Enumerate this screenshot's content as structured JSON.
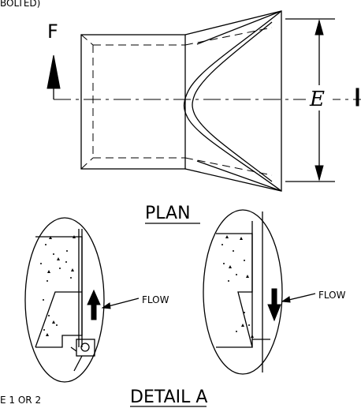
{
  "top_note": "BOLTED)",
  "labels": {
    "section_f": "F",
    "dimension_e": "E",
    "plan_title": "PLAN",
    "flow_left": "FLOW",
    "flow_right": "FLOW",
    "bottom_note": "E 1 OR 2",
    "detail_title": "DETAIL A"
  }
}
